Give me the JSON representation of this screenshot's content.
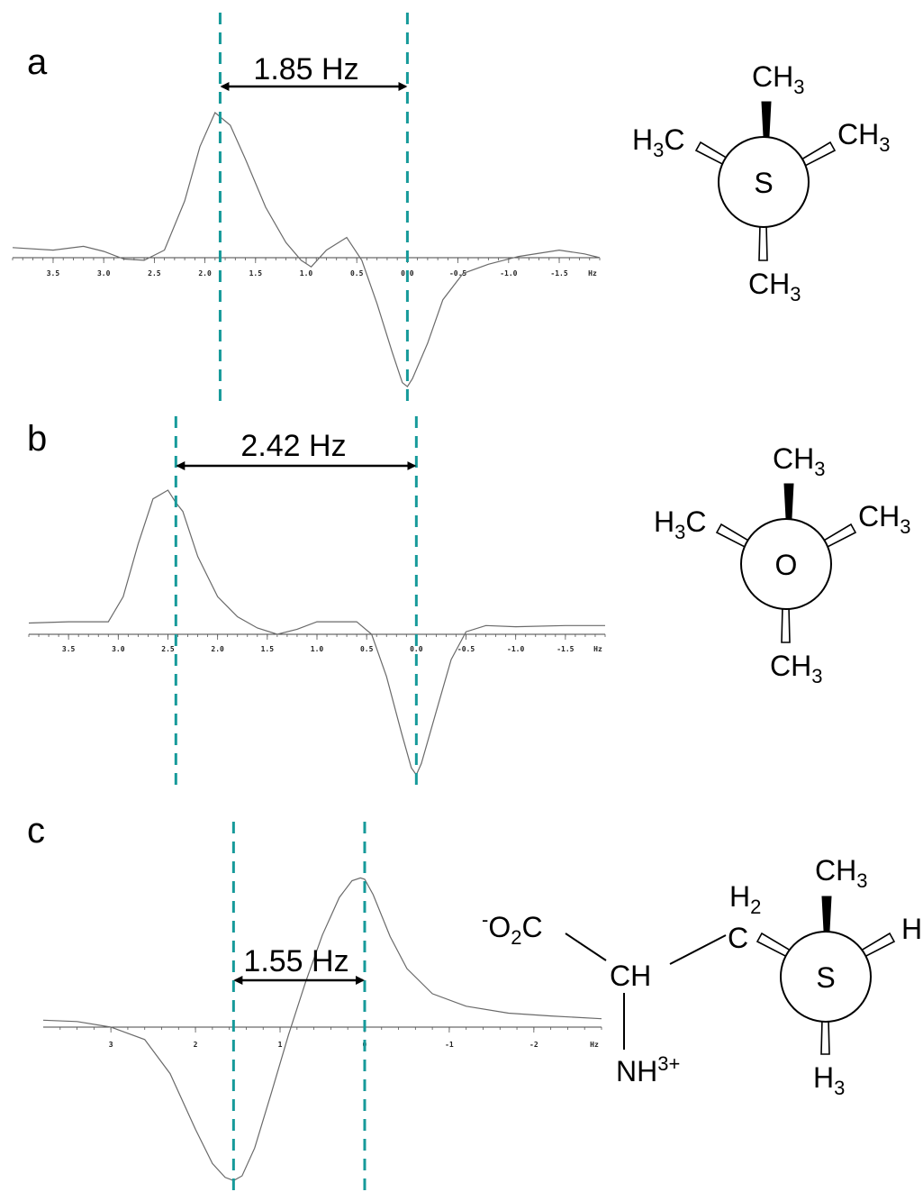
{
  "chart_data": [
    {
      "type": "line",
      "panel_label": "a",
      "xlabel": "Hz",
      "x_ticks": [
        "3.5",
        "3.0",
        "2.5",
        "2.0",
        "1.5",
        "1.0",
        "0.5",
        "0.0",
        "-0.5",
        "-1.0",
        "-1.5"
      ],
      "xlim": [
        3.9,
        -1.9
      ],
      "x_reversed": true,
      "ylim": [
        -1.0,
        1.2
      ],
      "grid": false,
      "separation_label": "1.85 Hz",
      "marker_positions": [
        1.85,
        0.0
      ],
      "series": [
        {
          "x": [
            3.9,
            3.5,
            3.2,
            3.0,
            2.8,
            2.6,
            2.4,
            2.2,
            2.05,
            1.9,
            1.75,
            1.6,
            1.4,
            1.2,
            1.05,
            0.95,
            0.8,
            0.6,
            0.45,
            0.3,
            0.15,
            0.05,
            0.0,
            -0.05,
            -0.2,
            -0.35,
            -0.55,
            -0.8,
            -1.1,
            -1.5,
            -1.75,
            -1.9
          ],
          "y": [
            0.08,
            0.06,
            0.09,
            0.05,
            -0.01,
            -0.02,
            0.06,
            0.45,
            0.88,
            1.15,
            1.05,
            0.78,
            0.4,
            0.12,
            -0.02,
            -0.07,
            0.06,
            0.16,
            -0.02,
            -0.35,
            -0.72,
            -0.95,
            -0.98,
            -0.92,
            -0.65,
            -0.32,
            -0.12,
            -0.05,
            0.01,
            0.06,
            0.03,
            0.0
          ]
        }
      ]
    },
    {
      "type": "line",
      "panel_label": "b",
      "xlabel": "Hz",
      "x_ticks": [
        "3.5",
        "3.0",
        "2.5",
        "2.0",
        "1.5",
        "1.0",
        "0.5",
        "0.0",
        "-0.5",
        "-1.0",
        "-1.5"
      ],
      "xlim": [
        3.9,
        -1.9
      ],
      "x_reversed": true,
      "ylim": [
        -1.0,
        1.2
      ],
      "grid": false,
      "separation_label": "2.42 Hz",
      "marker_positions": [
        2.42,
        0.0
      ],
      "series": [
        {
          "x": [
            3.9,
            3.5,
            3.1,
            2.95,
            2.8,
            2.65,
            2.5,
            2.42,
            2.35,
            2.2,
            2.0,
            1.8,
            1.6,
            1.4,
            1.2,
            1.0,
            0.8,
            0.6,
            0.45,
            0.3,
            0.15,
            0.05,
            0.0,
            -0.05,
            -0.2,
            -0.35,
            -0.5,
            -0.7,
            -1.0,
            -1.5,
            -1.9
          ],
          "y": [
            0.09,
            0.1,
            0.1,
            0.3,
            0.72,
            1.08,
            1.15,
            1.05,
            0.98,
            0.62,
            0.3,
            0.14,
            0.05,
            0.0,
            0.04,
            0.1,
            0.1,
            0.1,
            0.0,
            -0.3,
            -0.7,
            -0.95,
            -1.0,
            -0.92,
            -0.55,
            -0.18,
            0.02,
            0.07,
            0.06,
            0.07,
            0.07
          ]
        }
      ]
    },
    {
      "type": "line",
      "panel_label": "c",
      "xlabel": "Hz",
      "x_ticks": [
        "3",
        "2",
        "1",
        "0",
        "-1",
        "-2"
      ],
      "xlim": [
        3.8,
        -2.8
      ],
      "x_reversed": true,
      "ylim": [
        -1.0,
        1.15
      ],
      "grid": false,
      "separation_label": "1.55 Hz",
      "marker_positions": [
        1.55,
        0.0
      ],
      "series": [
        {
          "x": [
            3.8,
            3.4,
            3.0,
            2.6,
            2.3,
            2.0,
            1.8,
            1.65,
            1.55,
            1.45,
            1.3,
            1.1,
            0.9,
            0.7,
            0.5,
            0.3,
            0.15,
            0.05,
            0.0,
            -0.1,
            -0.3,
            -0.5,
            -0.8,
            -1.2,
            -1.7,
            -2.2,
            -2.8
          ],
          "y": [
            0.05,
            0.04,
            0.0,
            -0.08,
            -0.3,
            -0.66,
            -0.88,
            -0.97,
            -0.99,
            -0.96,
            -0.78,
            -0.42,
            -0.05,
            0.32,
            0.66,
            0.93,
            1.05,
            1.07,
            1.06,
            0.95,
            0.65,
            0.42,
            0.24,
            0.15,
            0.1,
            0.08,
            0.06
          ]
        }
      ]
    }
  ],
  "structures": {
    "a": {
      "center": "S",
      "top": "CH",
      "top_sub": "3",
      "left": "H",
      "left_sub": "3",
      "left_tail": "C",
      "right": "CH",
      "right_sub": "3",
      "bottom": "CH",
      "bottom_sub": "3"
    },
    "b": {
      "center": "O",
      "top": "CH",
      "top_sub": "3",
      "left": "H",
      "left_sub": "3",
      "left_tail": "C",
      "right": "CH",
      "right_sub": "3",
      "bottom": "CH",
      "bottom_sub": "3"
    },
    "c": {
      "center": "S",
      "top": "CH",
      "top_sub": "3",
      "right": "H",
      "bottom": "H",
      "bottom_sub": "3",
      "carboxylate_sup": "-",
      "carboxylate_o": "O",
      "carboxylate_sub": "2",
      "carboxylate_tail": "C",
      "ch": "CH",
      "amine": "NH",
      "amine_sup": "3+",
      "ch2_h": "H",
      "ch2_sub": "2",
      "ch2_c": "C"
    }
  },
  "colors": {
    "guide": "#169a9a",
    "spectrum": "#6a6a6a",
    "arrow": "#000000"
  }
}
